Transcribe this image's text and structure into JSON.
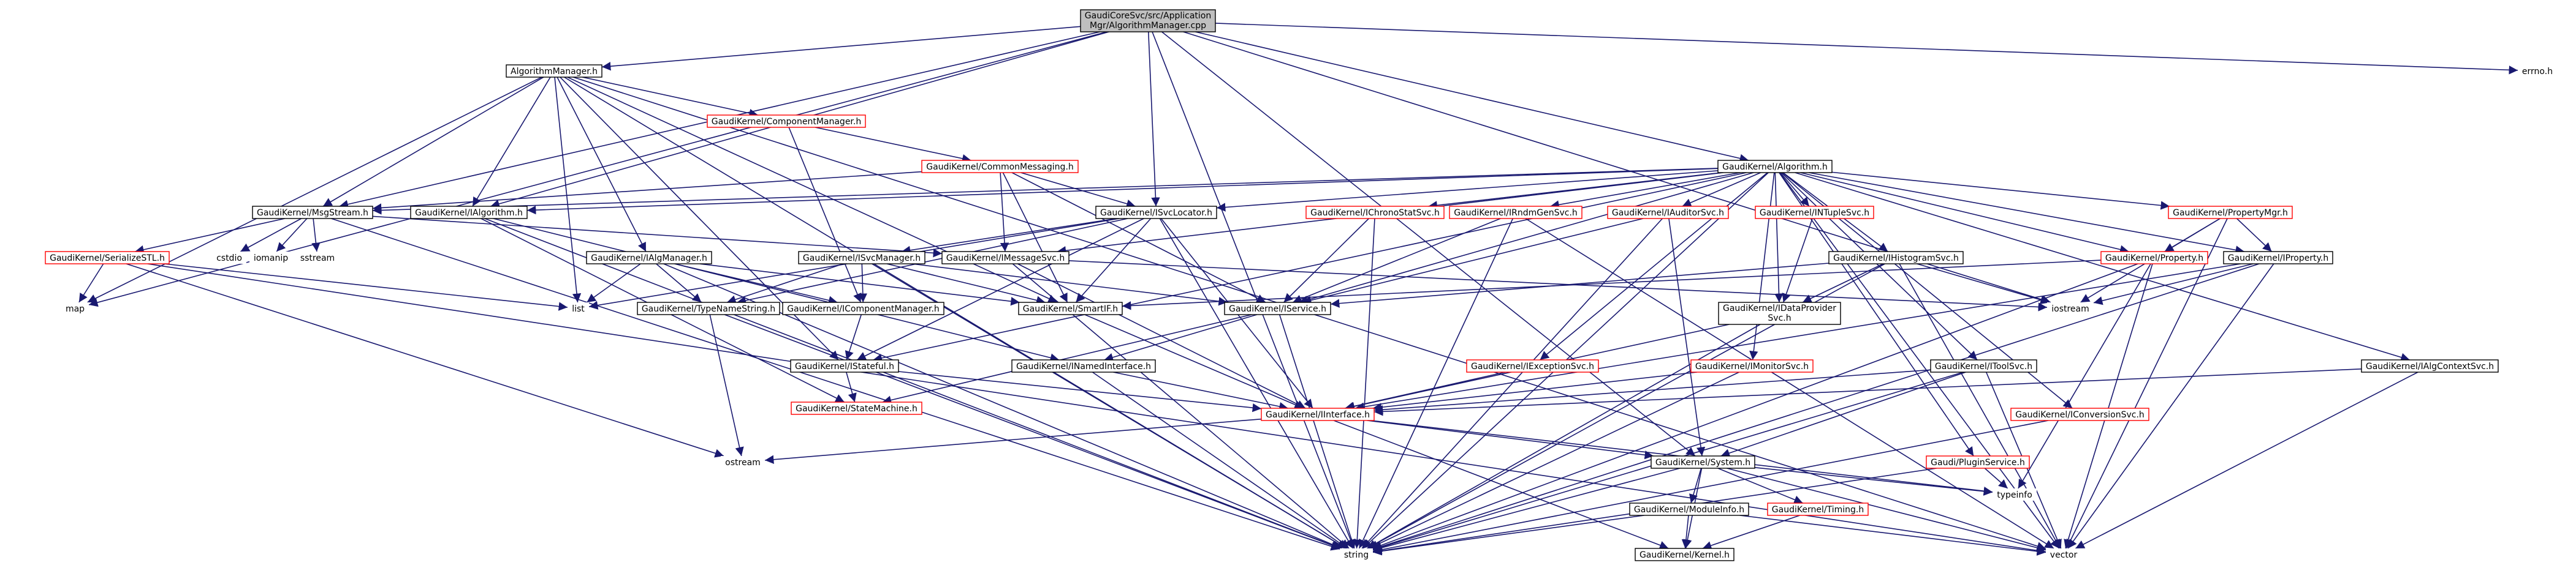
{
  "colors": {
    "root": "#bfbfbf",
    "normal_border": "#000000",
    "truncated_border": "#ff0000",
    "edge": "#191970",
    "fill": "#ffffff"
  },
  "nodes": {
    "root": {
      "lines": [
        "GaudiCoreSvc/src/Application",
        "Mgr/AlgorithmManager.cpp"
      ],
      "kind": "root"
    },
    "algorithm_manager_h": {
      "lines": [
        "AlgorithmManager.h"
      ],
      "kind": "normal"
    },
    "errno_h": {
      "lines": [
        "errno.h"
      ],
      "kind": "plain"
    },
    "component_manager_h": {
      "lines": [
        "GaudiKernel/ComponentManager.h"
      ],
      "kind": "truncated"
    },
    "common_messaging_h": {
      "lines": [
        "GaudiKernel/CommonMessaging.h"
      ],
      "kind": "truncated"
    },
    "msgstream_h": {
      "lines": [
        "GaudiKernel/MsgStream.h"
      ],
      "kind": "normal"
    },
    "ialgorithm_h": {
      "lines": [
        "GaudiKernel/IAlgorithm.h"
      ],
      "kind": "normal"
    },
    "isvclocator_h": {
      "lines": [
        "GaudiKernel/ISvcLocator.h"
      ],
      "kind": "normal"
    },
    "algorithm_h": {
      "lines": [
        "GaudiKernel/Algorithm.h"
      ],
      "kind": "normal"
    },
    "serialize_stl_h": {
      "lines": [
        "GaudiKernel/SerializeSTL.h"
      ],
      "kind": "truncated"
    },
    "cstdio": {
      "lines": [
        "cstdio"
      ],
      "kind": "plain"
    },
    "iomanip": {
      "lines": [
        "iomanip"
      ],
      "kind": "plain"
    },
    "sstream": {
      "lines": [
        "sstream"
      ],
      "kind": "plain"
    },
    "ialgmanager_h": {
      "lines": [
        "GaudiKernel/IAlgManager.h"
      ],
      "kind": "normal"
    },
    "isvcmanager_h": {
      "lines": [
        "GaudiKernel/ISvcManager.h"
      ],
      "kind": "normal"
    },
    "imessagesvc_h": {
      "lines": [
        "GaudiKernel/IMessageSvc.h"
      ],
      "kind": "normal"
    },
    "ichronostatsvc_h": {
      "lines": [
        "GaudiKernel/IChronoStatSvc.h"
      ],
      "kind": "truncated"
    },
    "irndmgensvc_h": {
      "lines": [
        "GaudiKernel/IRndmGenSvc.h"
      ],
      "kind": "truncated"
    },
    "iauditorsvc_h": {
      "lines": [
        "GaudiKernel/IAuditorSvc.h"
      ],
      "kind": "truncated"
    },
    "intuplesvc_h": {
      "lines": [
        "GaudiKernel/INTupleSvc.h"
      ],
      "kind": "truncated"
    },
    "ihistogramsvc_h": {
      "lines": [
        "GaudiKernel/IHistogramSvc.h"
      ],
      "kind": "normal"
    },
    "propertymgr_h": {
      "lines": [
        "GaudiKernel/PropertyMgr.h"
      ],
      "kind": "truncated"
    },
    "property_h": {
      "lines": [
        "GaudiKernel/Property.h"
      ],
      "kind": "truncated"
    },
    "iproperty_h": {
      "lines": [
        "GaudiKernel/IProperty.h"
      ],
      "kind": "normal"
    },
    "map": {
      "lines": [
        "map"
      ],
      "kind": "plain"
    },
    "list": {
      "lines": [
        "list"
      ],
      "kind": "plain"
    },
    "typenamestring_h": {
      "lines": [
        "GaudiKernel/TypeNameString.h"
      ],
      "kind": "normal"
    },
    "icomponentmanager_h": {
      "lines": [
        "GaudiKernel/IComponentManager.h"
      ],
      "kind": "normal"
    },
    "smartif_h": {
      "lines": [
        "GaudiKernel/SmartIF.h"
      ],
      "kind": "normal"
    },
    "iservice_h": {
      "lines": [
        "GaudiKernel/IService.h"
      ],
      "kind": "normal"
    },
    "idataprovidersvc_h": {
      "lines": [
        "GaudiKernel/IDataProvider",
        "Svc.h"
      ],
      "kind": "normal"
    },
    "iostream": {
      "lines": [
        "iostream"
      ],
      "kind": "plain"
    },
    "istateful_h": {
      "lines": [
        "GaudiKernel/IStateful.h"
      ],
      "kind": "normal"
    },
    "inamedinterface_h": {
      "lines": [
        "GaudiKernel/INamedInterface.h"
      ],
      "kind": "normal"
    },
    "iexceptionsvc_h": {
      "lines": [
        "GaudiKernel/IExceptionSvc.h"
      ],
      "kind": "truncated"
    },
    "imonitorsvc_h": {
      "lines": [
        "GaudiKernel/IMonitorSvc.h"
      ],
      "kind": "truncated"
    },
    "itoolsvc_h": {
      "lines": [
        "GaudiKernel/IToolSvc.h"
      ],
      "kind": "normal"
    },
    "ialgcontextsvc_h": {
      "lines": [
        "GaudiKernel/IAlgContextSvc.h"
      ],
      "kind": "normal"
    },
    "statemachine_h": {
      "lines": [
        "GaudiKernel/StateMachine.h"
      ],
      "kind": "truncated"
    },
    "iinterface_h": {
      "lines": [
        "GaudiKernel/IInterface.h"
      ],
      "kind": "truncated"
    },
    "iconversionsvc_h": {
      "lines": [
        "GaudiKernel/IConversionSvc.h"
      ],
      "kind": "truncated"
    },
    "ostream": {
      "lines": [
        "ostream"
      ],
      "kind": "plain"
    },
    "system_h": {
      "lines": [
        "GaudiKernel/System.h"
      ],
      "kind": "normal"
    },
    "pluginservice_h": {
      "lines": [
        "Gaudi/PluginService.h"
      ],
      "kind": "truncated"
    },
    "typeinfo": {
      "lines": [
        "typeinfo"
      ],
      "kind": "plain"
    },
    "moduleinfo_h": {
      "lines": [
        "GaudiKernel/ModuleInfo.h"
      ],
      "kind": "normal"
    },
    "timing_h": {
      "lines": [
        "GaudiKernel/Timing.h"
      ],
      "kind": "truncated"
    },
    "string": {
      "lines": [
        "string"
      ],
      "kind": "plain"
    },
    "kernel_h": {
      "lines": [
        "GaudiKernel/Kernel.h"
      ],
      "kind": "normal"
    },
    "vector": {
      "lines": [
        "vector"
      ],
      "kind": "plain"
    }
  }
}
